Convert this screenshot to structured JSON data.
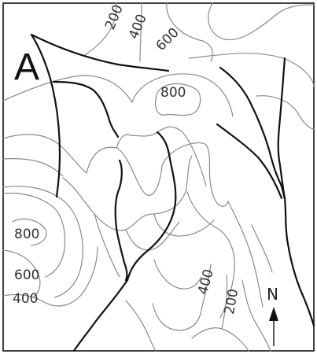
{
  "panel": {
    "letter": "A"
  },
  "contour_labels": {
    "c200_top": "200",
    "c400_top": "400",
    "c600_top": "600",
    "c800_center": "800",
    "c800_left": "800",
    "c600_left": "600",
    "c400_left": "400",
    "c400_bottom": "400",
    "c200_bottom": "200"
  },
  "north_arrow": {
    "letter": "N"
  },
  "colors": {
    "contour": "#8a8a8a",
    "stream": "#111111",
    "frame": "#111111",
    "background": "#ffffff"
  }
}
